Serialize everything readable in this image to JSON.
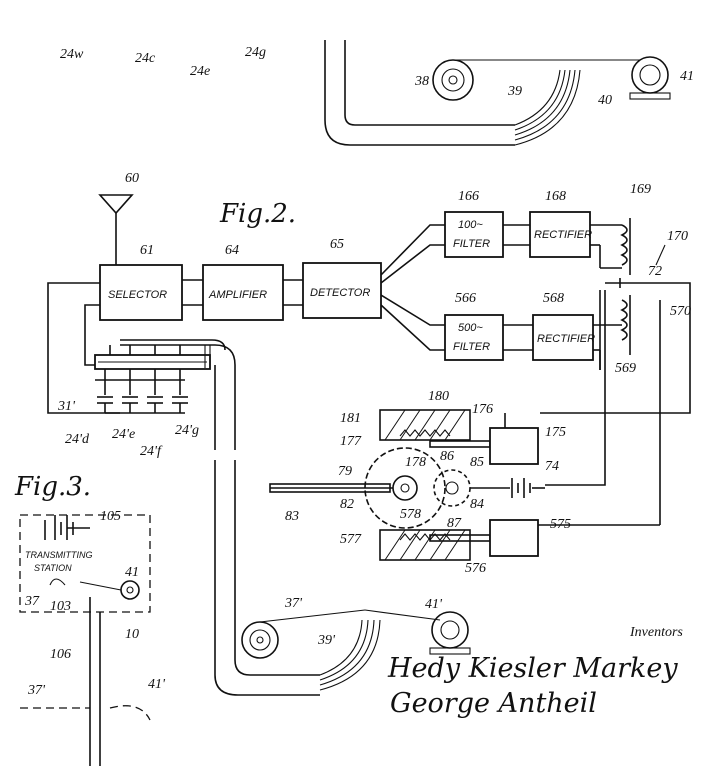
{
  "figures": {
    "fig2": "Fig.2.",
    "fig3": "Fig.3."
  },
  "blocks": {
    "selector": "SELECTOR",
    "amplifier": "AMPLIFIER",
    "detector": "DETECTOR",
    "filter_100_line1": "100~",
    "filter_100_line2": "FILTER",
    "filter_500_line1": "500~",
    "filter_500_line2": "FILTER",
    "rectifier_top": "RECTIFIER",
    "rectifier_bottom": "RECTIFIER",
    "transmitting_station_line1": "TRANSMITTING",
    "transmitting_station_line2": "STATION"
  },
  "reference_numerals": {
    "n60": "60",
    "n61": "61",
    "n64": "64",
    "n65": "65",
    "n166": "166",
    "n168": "168",
    "n169": "169",
    "n170": "170",
    "n72": "72",
    "n566": "566",
    "n568": "568",
    "n570": "570",
    "n569": "569",
    "n31p": "31'",
    "n24pd": "24'd",
    "n24pe": "24'e",
    "n24pf": "24'f",
    "n24pg": "24'g",
    "n181": "181",
    "n180": "180",
    "n176": "176",
    "n177": "177",
    "n175": "175",
    "n178": "178",
    "n86": "86",
    "n85": "85",
    "n79": "79",
    "n74": "74",
    "n82": "82",
    "n578": "578",
    "n84": "84",
    "n87": "87",
    "n83": "83",
    "n577": "577",
    "n575": "575",
    "n576": "576",
    "n105": "105",
    "n41": "41",
    "n37": "37",
    "n103": "103",
    "n10": "10",
    "n106": "106",
    "n37p_left": "37'",
    "n41p_left": "41'",
    "n37p": "37'",
    "n39p": "39'",
    "n41p": "41'",
    "n38": "38",
    "n39": "39",
    "n40": "40",
    "n41_top": "41",
    "n24w": "24w",
    "n24c": "24c",
    "n24e": "24e",
    "n24g": "24g"
  },
  "signature": {
    "caption": "Inventors",
    "name_1": "Hedy Kiesler Markey",
    "name_2": "George Antheil"
  }
}
